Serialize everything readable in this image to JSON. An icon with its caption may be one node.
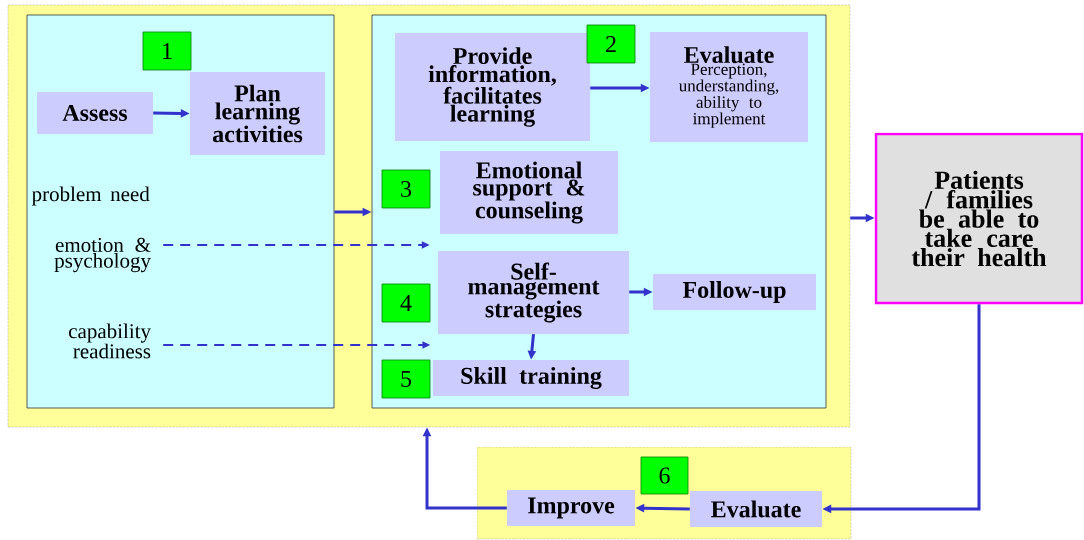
{
  "diagram": {
    "nodes": [
      {
        "text": [],
        "shape": "box"
      },
      {
        "text": [],
        "shape": "box",
        "in": 0
      },
      {
        "text": [
          "1"
        ],
        "in": 1
      },
      {
        "text": [
          "Assess"
        ],
        "in": 1
      },
      {
        "text": [
          "Plan learning activities"
        ],
        "in": 1
      },
      {
        "text": [
          "emotion & psychology"
        ],
        "in": 1
      },
      {
        "text": [
          "capability readiness"
        ],
        "in": 1
      },
      {
        "text": [],
        "shape": "box",
        "in": 0
      },
      {
        "text": [
          "Provide information, facilitates learning"
        ],
        "in": 7
      },
      {
        "text": [
          "2"
        ],
        "in": 7
      },
      {
        "text": [
          "Evaluate",
          "Perception, understanding, ability to implement"
        ],
        "in": 7
      },
      {
        "text": [
          "3"
        ],
        "in": 7
      },
      {
        "text": [
          "Emotional support & counseling"
        ],
        "in": 7
      },
      {
        "text": [
          "Self-management strategies"
        ],
        "in": 7
      },
      {
        "text": [
          "4"
        ],
        "in": 7
      },
      {
        "text": [
          "Follow-up"
        ],
        "in": 7
      },
      {
        "text": [
          "5"
        ],
        "in": 7
      },
      {
        "text": [
          "Skill training"
        ],
        "in": 7
      },
      {
        "text": [
          "Patients / families be able to take care their health"
        ]
      },
      {
        "text": [],
        "shape": "box"
      },
      {
        "text": [
          "6"
        ],
        "in": 19
      },
      {
        "text": [
          "Evaluate"
        ],
        "in": 19
      },
      {
        "text": [
          "Improve"
        ],
        "in": 19
      }
    ],
    "edges": [
      {
        "from": 3,
        "to": 4,
        "arrow": "to"
      },
      {
        "from": 1,
        "to": 7,
        "arrow": "to"
      },
      {
        "from": 5,
        "to": 13,
        "arrow": "to",
        "style": "dashed"
      },
      {
        "from": 6,
        "to": 16,
        "arrow": "to",
        "style": "dashed"
      },
      {
        "from": 8,
        "to": 10,
        "arrow": "to"
      },
      {
        "from": 13,
        "to": 15,
        "arrow": "to"
      },
      {
        "from": 13,
        "to": 17,
        "arrow": "to"
      },
      {
        "from": 0,
        "to": 18,
        "arrow": "to"
      },
      {
        "from": 18,
        "to": 21,
        "arrow": "to"
      },
      {
        "from": 21,
        "to": 22,
        "arrow": "to"
      },
      {
        "from": 22,
        "to": 0,
        "arrow": "to"
      }
    ],
    "labels": [
      "problem need"
    ]
  }
}
